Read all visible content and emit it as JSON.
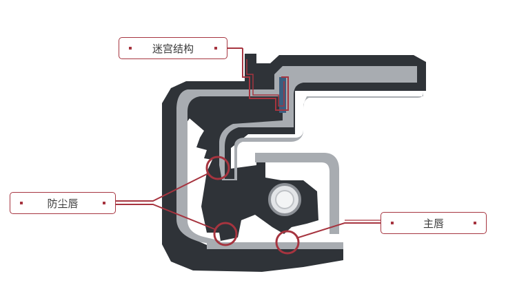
{
  "labels": {
    "labyrinth": "迷宫结构",
    "dust_lip": "防尘唇",
    "main_lip": "主唇"
  },
  "colors": {
    "rubber_dark": "#2f3338",
    "steel_gray": "#a8acb1",
    "blue_gap": "#3b5e7f",
    "accent_red": "#a6343f",
    "spring_light": "#e3e5e8",
    "label_text": "#3a3a3a"
  }
}
